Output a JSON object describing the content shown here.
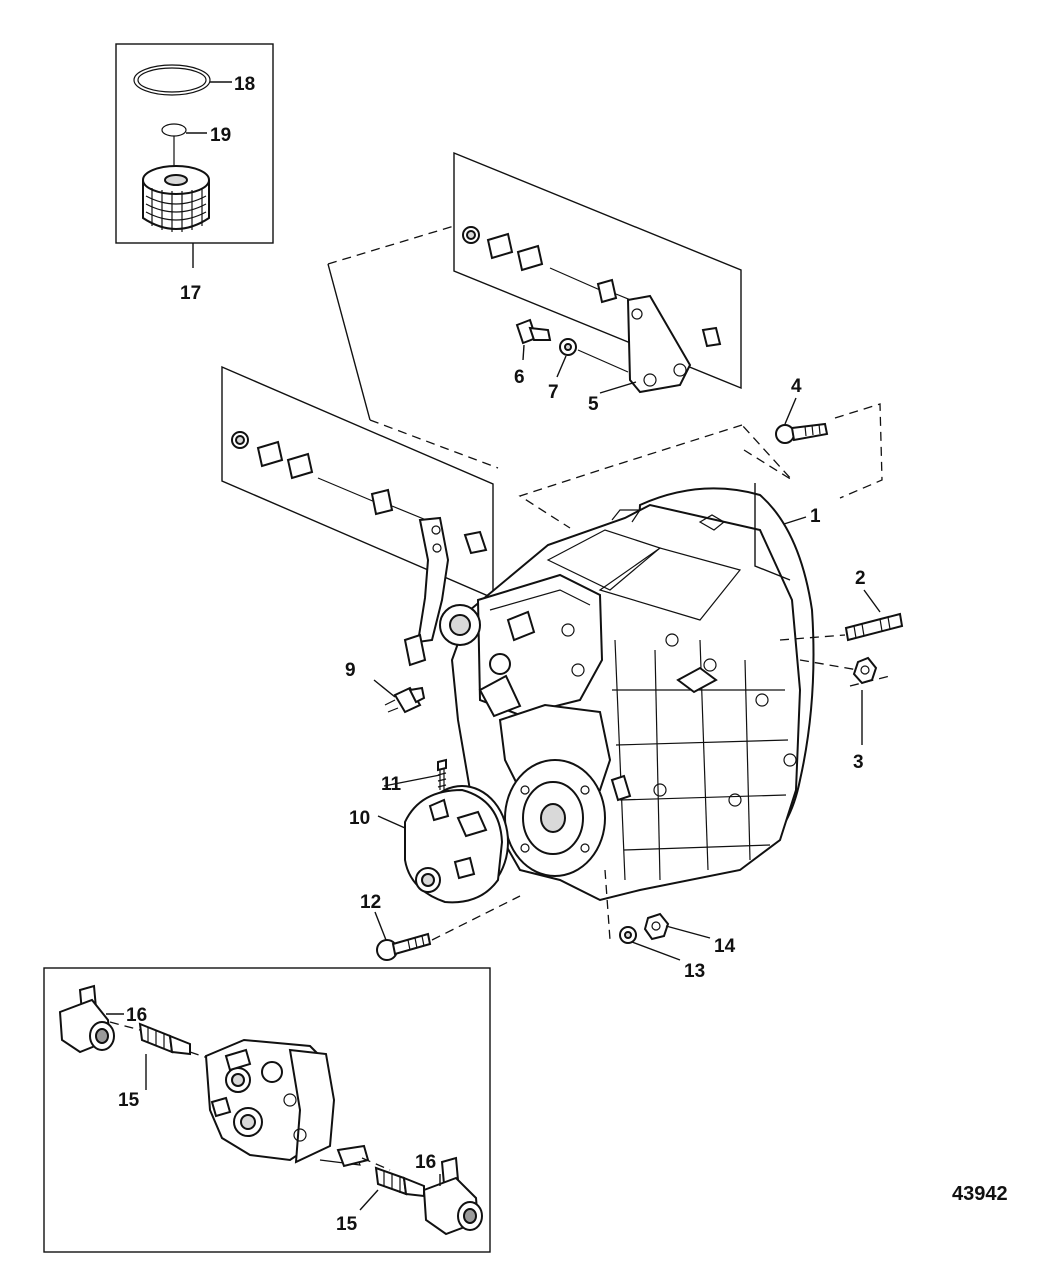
{
  "callouts": {
    "c1": "1",
    "c2": "2",
    "c3": "3",
    "c4": "4",
    "c5": "5",
    "c6": "6",
    "c7": "7",
    "c9": "9",
    "c10": "10",
    "c11": "11",
    "c12": "12",
    "c13": "13",
    "c14": "14",
    "c15a": "15",
    "c15b": "15",
    "c16a": "16",
    "c16b": "16",
    "c17": "17",
    "c18": "18",
    "c19": "19"
  },
  "figure_ref": "43942"
}
